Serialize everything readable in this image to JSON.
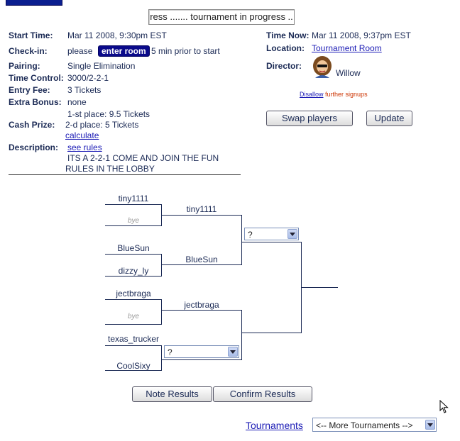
{
  "status_text": "ress ....... tournament  in progress ..",
  "details": {
    "start_time_label": "Start Time:",
    "start_time": "Mar 11 2008, 9:30pm EST",
    "checkin_label": "Check-in:",
    "checkin_prefix": "please",
    "enter_room_label": "enter room",
    "checkin_suffix": "5 min prior to start",
    "pairing_label": "Pairing:",
    "pairing": "Single Elimination",
    "time_control_label": "Time Control:",
    "time_control": "3000/2-2-1",
    "entry_fee_label": "Entry Fee:",
    "entry_fee": "3 Tickets",
    "extra_bonus_label": "Extra Bonus:",
    "extra_bonus": "none",
    "cash_prize_label": "Cash Prize:",
    "prize_1": "1-st place: 9.5 Tickets",
    "prize_2": "2-d place: 5 Tickets",
    "calculate_label": "calculate",
    "description_label": "Description:",
    "see_rules_label": "see rules",
    "desc_line1": "ITS A 2-2-1 COME AND JOIN THE FUN",
    "desc_line2": "RULES IN THE LOBBY"
  },
  "right": {
    "time_now_label": "Time Now:",
    "time_now": "Mar 11 2008, 9:37pm EST",
    "location_label": "Location:",
    "location": "Tournament Room",
    "director_label": "Director:",
    "director": "Willow",
    "disallow_link": "Disallow",
    "disallow_suffix": "further signups",
    "swap_label": "Swap players",
    "update_label": "Update"
  },
  "bracket": {
    "round1": [
      "tiny1111",
      "bye",
      "BlueSun",
      "dizzy_ly",
      "jectbraga",
      "bye",
      "texas_trucker",
      "CoolSixy"
    ],
    "round2": [
      "tiny1111",
      "BlueSun",
      "jectbraga"
    ],
    "semi_select": "?",
    "quarter_select": "?"
  },
  "buttons": {
    "note_results": "Note Results",
    "confirm_results": "Confirm Results"
  },
  "footer": {
    "tournaments_link": "Tournaments",
    "more_select": "<-- More Tournaments -->"
  },
  "colors": {
    "text": "#1b2a55",
    "link": "#1a1ab5",
    "button_dark": "#0a0a8a",
    "warn": "#cc3300"
  }
}
